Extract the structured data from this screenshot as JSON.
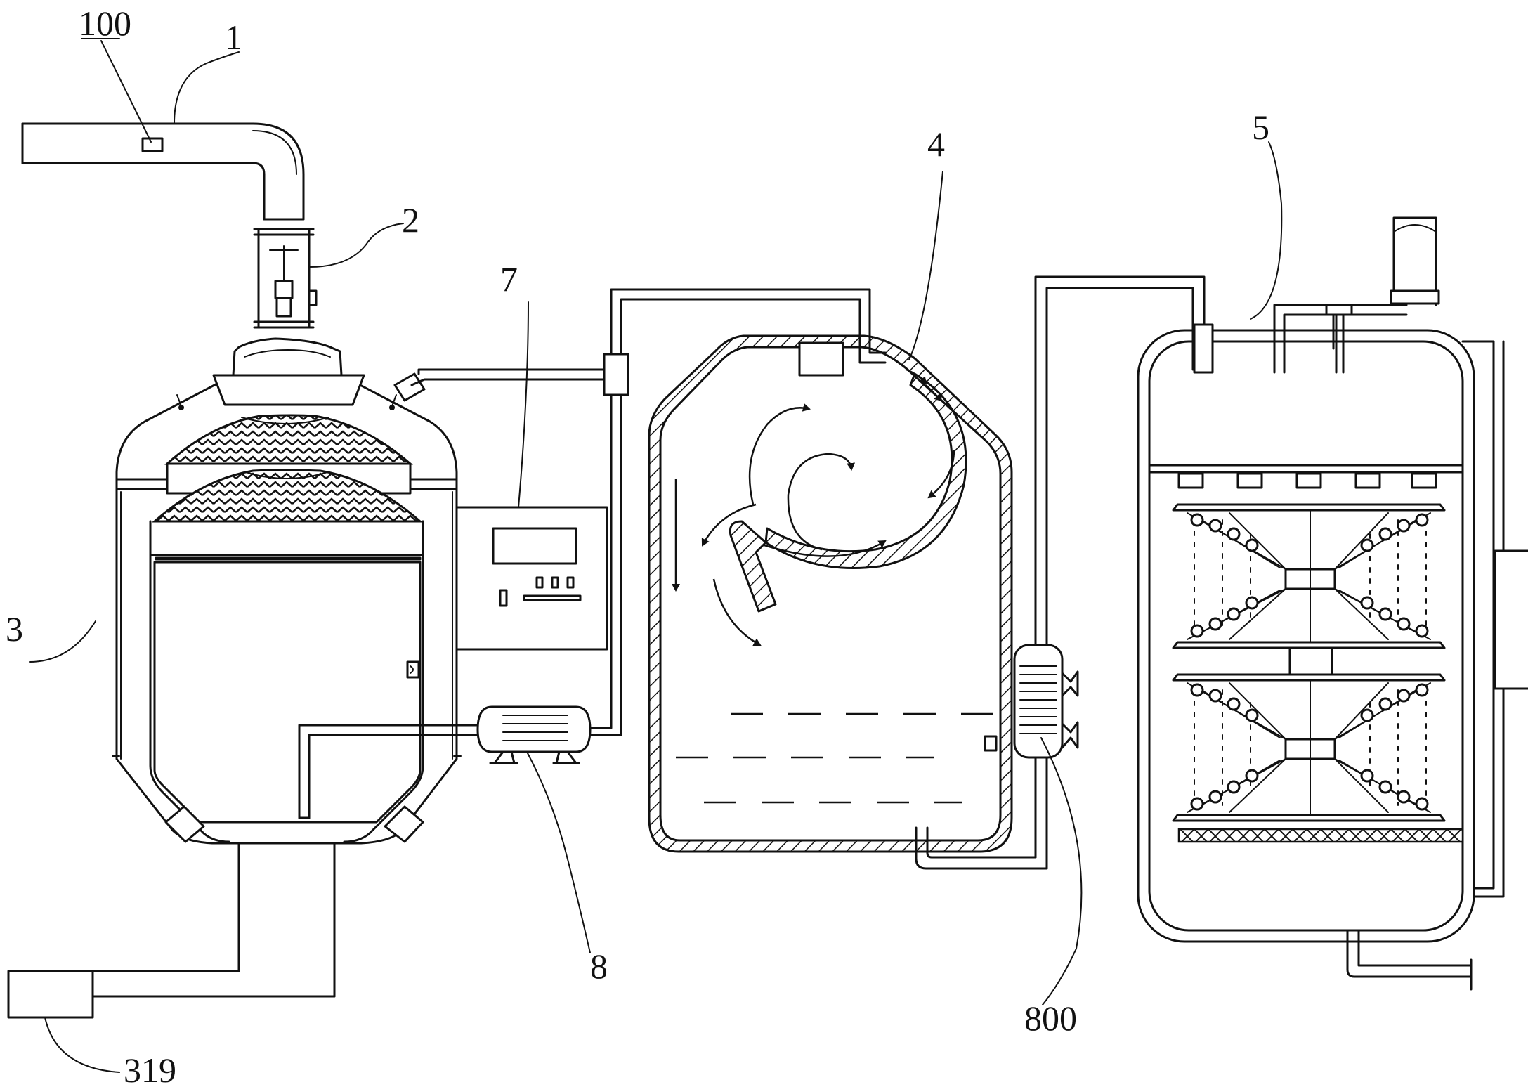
{
  "labels": {
    "l100": "100",
    "l1": "1",
    "l2": "2",
    "l3": "3",
    "l4": "4",
    "l5": "5",
    "l7": "7",
    "l8": "8",
    "l800": "800",
    "l319": "319"
  }
}
